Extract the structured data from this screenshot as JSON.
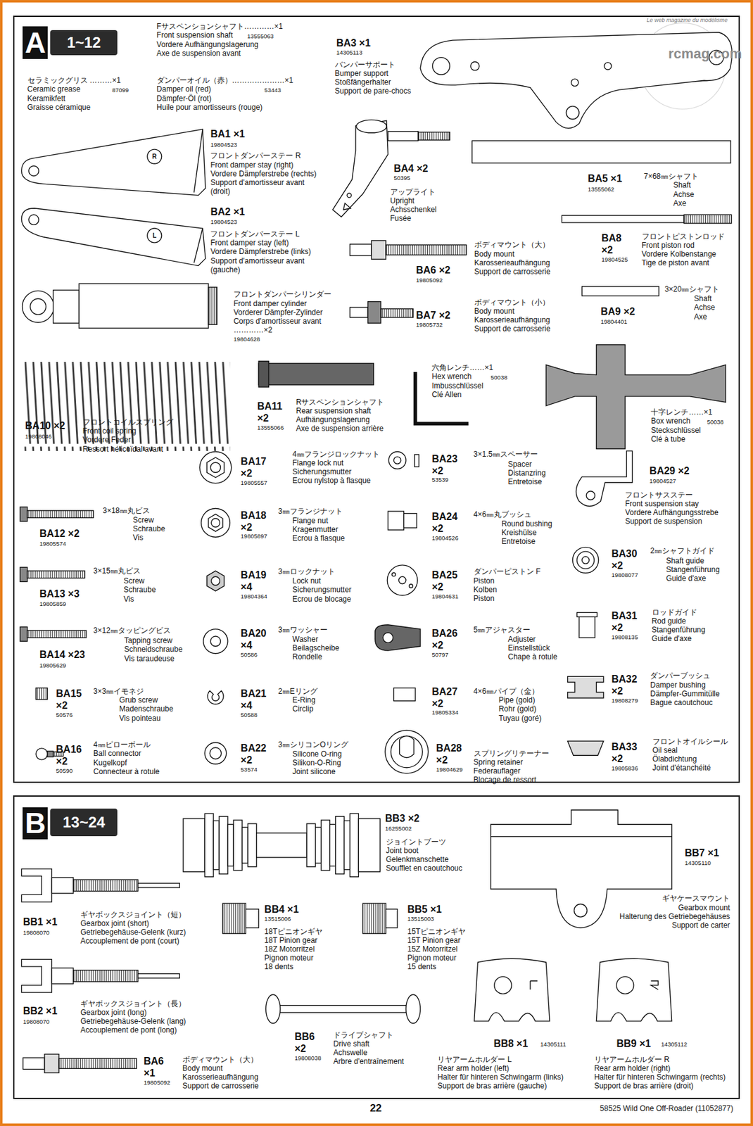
{
  "diagram": {
    "nodes": [
      {
        "text": [
          "A",
          "1~12"
        ]
      },
      {
        "text": [
          "B",
          "13~24"
        ]
      }
    ],
    "labels": [
      "Le web magazine du modélisme",
      "rcmag.com",
      "Fサスペンションシャフト…………×1",
      "Front suspension shaft",
      "13555063",
      "Vordere Aufhängungslagerung",
      "Axe de suspension avant",
      "セラミックグリス ………×1",
      "Ceramic grease",
      "87099",
      "Keramikfett",
      "Graisse céramique",
      "ダンパーオイル（赤）…………………×1",
      "Damper oil (red)",
      "53443",
      "Dämpfer-Öl (rot)",
      "Huile pour amortisseurs (rouge)",
      "BA3 ×1",
      "14305113",
      "バンパーサポート",
      "Bumper support",
      "Stoßfängerhalter",
      "Support de pare-chocs",
      "BA1 ×1",
      "19804523",
      "フロントダンパーステー R",
      "Front damper stay (right)",
      "Vordere Dämpferstrebe (rechts)",
      "Support d'amortisseur avant",
      "(droit)",
      "R",
      "BA4 ×2",
      "50395",
      "アップライト",
      "Upright",
      "Achsschenkel",
      "Fusée",
      "BA5 ×1",
      "13555062",
      "7×68㎜シャフト",
      "Shaft",
      "Achse",
      "Axe",
      "BA2 ×1",
      "19804523",
      "フロントダンパーステー L",
      "Front damper stay (left)",
      "Vordere Dämpferstrebe (links)",
      "Support d'amortisseur avant",
      "(gauche)",
      "L",
      "BA8",
      "×2",
      "19804525",
      "フロントピストンロッド",
      "Front piston rod",
      "Vordere Kolbenstange",
      "Tige de piston avant",
      "BA6 ×2",
      "19805092",
      "ボディマウント（大）",
      "Body mount",
      "Karosserieaufhängung",
      "Support de carrosserie",
      "フロントダンパーシリンダー",
      "Front damper cylinder",
      "Vorderer Dämpfer-Zylinder",
      "Corps d'amortisseur avant",
      "…………×2",
      "19804628",
      "BA7 ×2",
      "19805732",
      "ボディマウント（小）",
      "Body mount",
      "Karosserieaufhängung",
      "Support de carrosserie",
      "BA9 ×2",
      "19804401",
      "3×20㎜シャフト",
      "Shaft",
      "Achse",
      "Axe",
      "BA10 ×2",
      "19808046",
      "フロントコイルスプリング",
      "Front coil spring",
      "Vordere Feder",
      "Ressort hélicoïdal avant",
      "BA11",
      "×2",
      "13555066",
      "Rサスペンションシャフト",
      "Rear suspension shaft",
      "Aufhängungslagerung",
      "Axe de suspension arrière",
      "六角レンチ……×1",
      "Hex wrench",
      "50038",
      "Imbusschlüssel",
      "Clé Allen",
      "十字レンチ……×1",
      "Box wrench",
      "50038",
      "Steckschlüssel",
      "Clé à tube",
      "BA17",
      "×2",
      "19805557",
      "4㎜フランジロックナット",
      "Flange lock nut",
      "Sicherungsmutter",
      "Ecrou nylstop à flasque",
      "BA23",
      "×2",
      "53539",
      "3×1.5㎜スペーサー",
      "Spacer",
      "Distanzring",
      "Entretoise",
      "BA29 ×2",
      "19804527",
      "フロントサスステー",
      "Front suspension stay",
      "Vordere Aufhängungsstrebe",
      "Support de suspension",
      "3×18㎜丸ビス",
      "Screw",
      "Schraube",
      "Vis",
      "BA12 ×2",
      "19805574",
      "BA18",
      "×2",
      "19805897",
      "3㎜フランジナット",
      "Flange nut",
      "Kragenmutter",
      "Ecrou à flasque",
      "BA24",
      "×2",
      "19804526",
      "4×6㎜丸ブッシュ",
      "Round bushing",
      "Kreishülse",
      "Entretoise",
      "BA30",
      "×2",
      "19808077",
      "2㎜シャフトガイド",
      "Shaft guide",
      "Stangenführung",
      "Guide d'axe",
      "3×15㎜丸ビス",
      "Screw",
      "Schraube",
      "Vis",
      "BA13 ×3",
      "19805859",
      "BA19",
      "×4",
      "19804364",
      "3㎜ロックナット",
      "Lock nut",
      "Sicherungsmutter",
      "Ecrou de blocage",
      "BA25",
      "×2",
      "19804631",
      "ダンパーピストン F",
      "Piston",
      "Kolben",
      "Piston",
      "BA31",
      "×2",
      "19808135",
      "ロッドガイド",
      "Rod guide",
      "Stangenführung",
      "Guide d'axe",
      "3×12㎜タッピングビス",
      "Tapping screw",
      "Schneidschraube",
      "Vis taraudeuse",
      "BA14 ×23",
      "19805629",
      "BA20",
      "×4",
      "50586",
      "3㎜ワッシャー",
      "Washer",
      "Beilagscheibe",
      "Rondelle",
      "BA26",
      "×2",
      "50797",
      "5㎜アジャスター",
      "Adjuster",
      "Einstellstück",
      "Chape à rotule",
      "BA32",
      "×2",
      "19808279",
      "ダンパーブッシュ",
      "Damper bushing",
      "Dämpfer-Gummitülle",
      "Bague caoutchouc",
      "BA15",
      "×2",
      "50576",
      "3×3㎜イモネジ",
      "Grub screw",
      "Madenschraube",
      "Vis pointeau",
      "BA21",
      "×4",
      "50588",
      "2㎜Eリング",
      "E-Ring",
      "Circlip",
      "BA27",
      "×2",
      "19805334",
      "4×6㎜パイプ（金）",
      "Pipe (gold)",
      "Rohr (gold)",
      "Tuyau (goré)",
      "BA33",
      "×2",
      "19805836",
      "フロントオイルシール",
      "Oil seal",
      "Ölabdichtung",
      "Joint d'étanchéité",
      "BA16",
      "×2",
      "50590",
      "4㎜ピローボール",
      "Ball connector",
      "Kugelkopf",
      "Connecteur à rotule",
      "BA22",
      "×2",
      "53574",
      "3㎜シリコンOリング",
      "Silicone O-ring",
      "Silikon-O-Ring",
      "Joint silicone",
      "BA28",
      "×2",
      "19804629",
      "スプリングリテーナー",
      "Spring retainer",
      "Federauflager",
      "Blocage de ressort",
      "BB3 ×2",
      "16255002",
      "ジョイントブーツ",
      "Joint boot",
      "Gelenkmanschette",
      "Soufflet en caoutchouc",
      "BB7 ×1",
      "14305110",
      "ギヤケースマウント",
      "Gearbox mount",
      "Halterung des Getriebegehäuses",
      "Support de carter",
      "BB1 ×1",
      "19808070",
      "ギヤボックスジョイント（短）",
      "Gearbox joint (short)",
      "Getriebegehäuse-Gelenk (kurz)",
      "Accouplement de pont (court)",
      "BB4 ×1",
      "13515006",
      "18Tピニオンギヤ",
      "18T Pinion gear",
      "18Z Motorritzel",
      "Pignon moteur",
      "18 dents",
      "BB5 ×1",
      "13515003",
      "15Tピニオンギヤ",
      "15T Pinion gear",
      "15Z Motorritzel",
      "Pignon moteur",
      "15 dents",
      "BB2 ×1",
      "19808070",
      "ギヤボックスジョイント（長）",
      "Gearbox joint (long)",
      "Getriebegehäuse-Gelenk (lang)",
      "Accouplement de pont (long)",
      "BB6",
      "×2",
      "19808038",
      "ドライブシャフト",
      "Drive shaft",
      "Achswelle",
      "Arbre d'entraînement",
      "BB8 ×1",
      "14305111",
      "リヤアームホルダー L",
      "Rear arm holder (left)",
      "Halter für hinteren Schwingarm (links)",
      "Support de bras arrière (gauche)",
      "BB9 ×1",
      "14305112",
      "リヤアームホルダー R",
      "Rear arm holder (right)",
      "Halter für hinteren Schwingarm (rechts)",
      "Support de bras arrière (droit)",
      "BA6",
      "×1",
      "19805092",
      "ボディマウント（大）",
      "Body mount",
      "Karosserieaufhängung",
      "Support de carrosserie",
      "22",
      "58525 Wild One Off-Roader (11052877)"
    ]
  }
}
